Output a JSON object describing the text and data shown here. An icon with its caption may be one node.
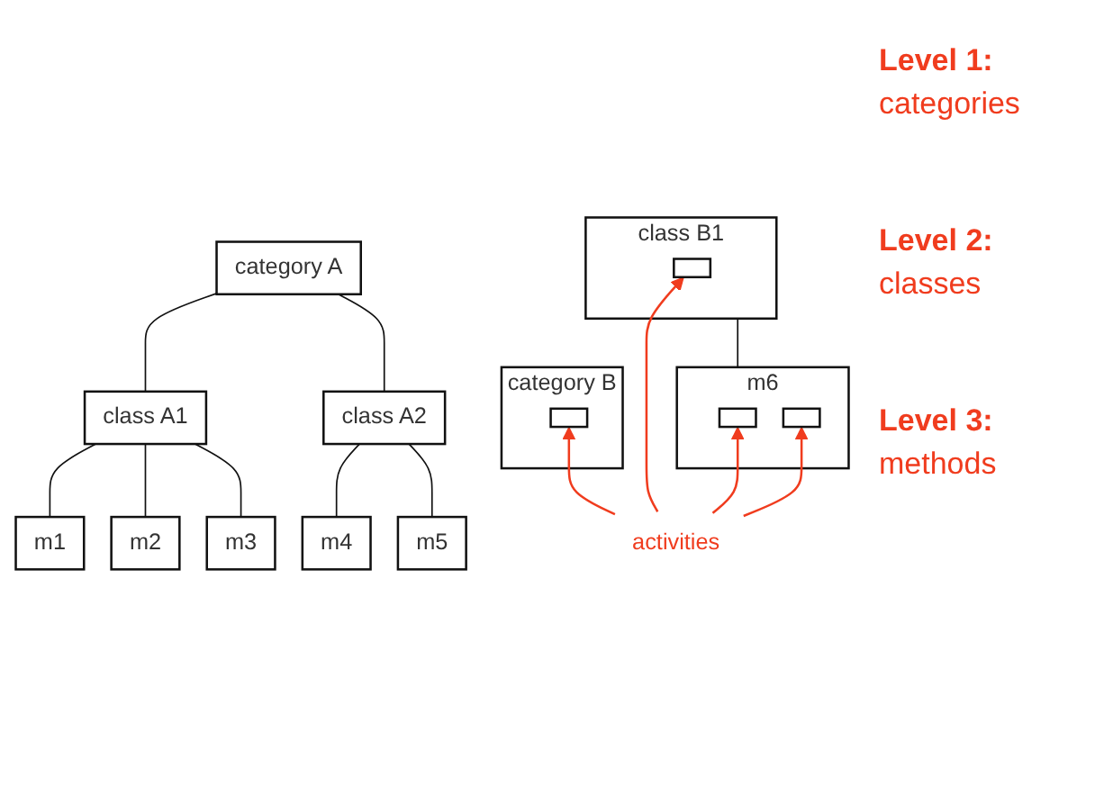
{
  "diagram": {
    "nodes": [
      {
        "text": [
          "category A"
        ]
      },
      {
        "text": [
          "category B"
        ]
      },
      {
        "text": [],
        "shape": "box",
        "in": 1
      },
      {
        "text": [
          "class A1"
        ]
      },
      {
        "text": [
          "class A2"
        ]
      },
      {
        "text": [
          "class B1"
        ]
      },
      {
        "text": [],
        "shape": "box",
        "in": 5
      },
      {
        "text": [
          "m1"
        ]
      },
      {
        "text": [
          "m2"
        ]
      },
      {
        "text": [
          "m3"
        ]
      },
      {
        "text": [
          "m4"
        ]
      },
      {
        "text": [
          "m5"
        ]
      },
      {
        "text": [
          "m6"
        ]
      },
      {
        "text": [],
        "shape": "box",
        "in": 12
      },
      {
        "text": [],
        "shape": "box",
        "in": 12
      },
      {
        "text": [
          "activities"
        ]
      }
    ],
    "edges": [
      {
        "from": 0,
        "to": 3,
        "arrow": "none"
      },
      {
        "from": 0,
        "to": 4,
        "arrow": "none"
      },
      {
        "from": 3,
        "to": 7,
        "arrow": "none"
      },
      {
        "from": 3,
        "to": 8,
        "arrow": "none"
      },
      {
        "from": 3,
        "to": 9,
        "arrow": "none"
      },
      {
        "from": 4,
        "to": 10,
        "arrow": "none"
      },
      {
        "from": 4,
        "to": 11,
        "arrow": "none"
      },
      {
        "from": 5,
        "to": 12,
        "arrow": "none"
      },
      {
        "from": 15,
        "to": 2,
        "arrow": "to",
        "color": "#f03c1e"
      },
      {
        "from": 15,
        "to": 6,
        "arrow": "to",
        "color": "#f03c1e"
      },
      {
        "from": 15,
        "to": 13,
        "arrow": "to",
        "color": "#f03c1e"
      },
      {
        "from": 15,
        "to": 14,
        "arrow": "to",
        "color": "#f03c1e"
      }
    ],
    "labels": [
      "Level 1:",
      "categories",
      "Level 2:",
      "classes",
      "Level 3:",
      "methods"
    ]
  }
}
